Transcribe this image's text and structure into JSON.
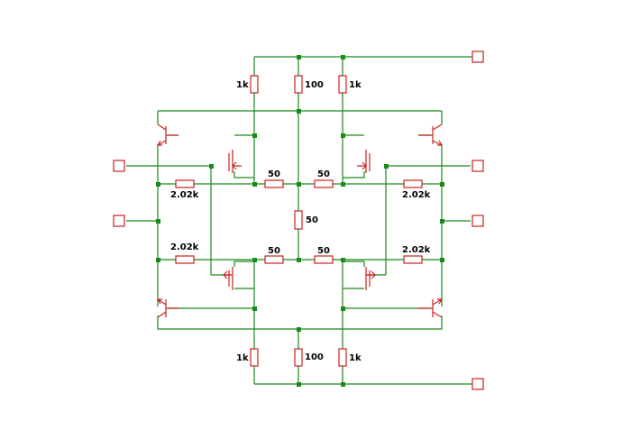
{
  "colors": {
    "wire": "#1a8a1a",
    "component": "#cc2222",
    "label": "#000000",
    "background": "#ffffff"
  },
  "labels": {
    "r_top_left": "1k",
    "r_top_mid": "100",
    "r_top_right": "1k",
    "r_bot_left": "1k",
    "r_bot_mid": "100",
    "r_bot_right": "1k",
    "r_upper_left": "2.02k",
    "r_upper_right": "2.02k",
    "r_lower_left": "2.02k",
    "r_lower_right": "2.02k",
    "r_upper_mid_left": "50",
    "r_upper_mid_right": "50",
    "r_center": "50",
    "r_lower_mid_left": "50",
    "r_lower_mid_right": "50"
  }
}
